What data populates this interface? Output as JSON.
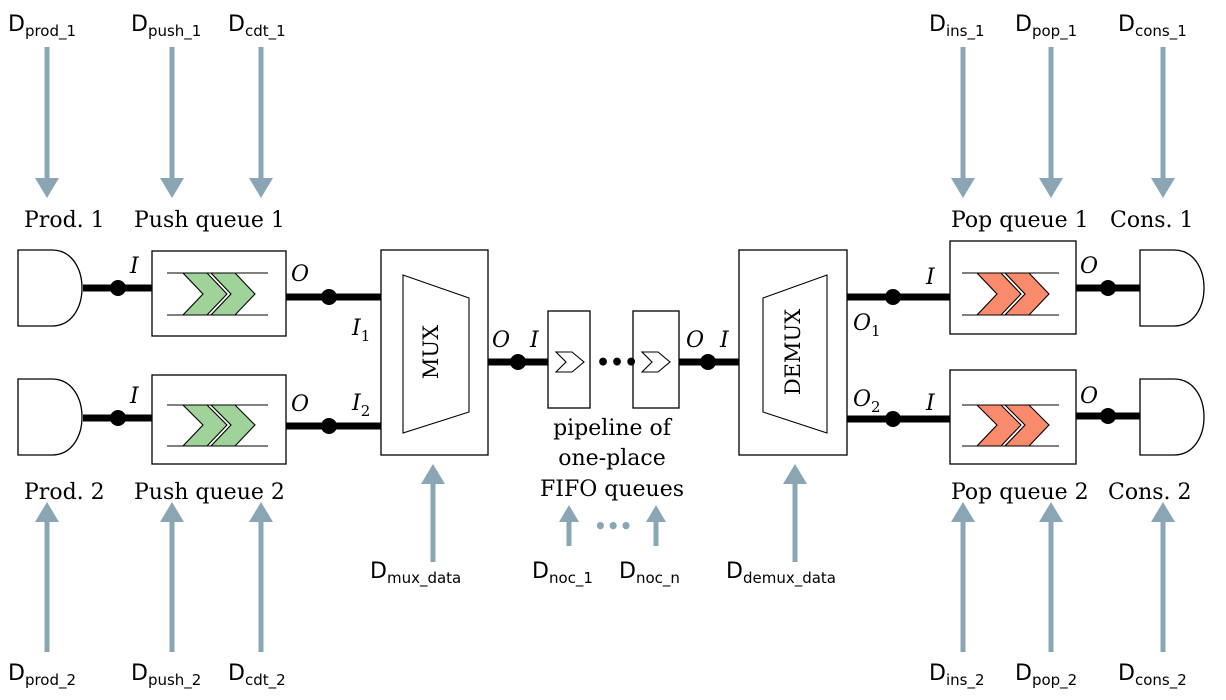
{
  "colors": {
    "arrow": "#8aa6b4",
    "push_chevron": "#9fd39a",
    "pop_chevron": "#f98a6c",
    "wire": "#000000"
  },
  "producers": [
    {
      "label": "Prod. 1",
      "top_delay": {
        "base": "D",
        "sub": "prod_1"
      }
    },
    {
      "label": "Prod. 2",
      "bottom_delay": {
        "base": "D",
        "sub": "prod_2"
      }
    }
  ],
  "push_queues": [
    {
      "label": "Push queue 1",
      "in_port": "I",
      "out_port": "O",
      "delays": [
        {
          "base": "D",
          "sub": "push_1"
        },
        {
          "base": "D",
          "sub": "cdt_1"
        }
      ]
    },
    {
      "label": "Push queue 2",
      "in_port": "I",
      "out_port": "O",
      "delays": [
        {
          "base": "D",
          "sub": "push_2"
        },
        {
          "base": "D",
          "sub": "cdt_2"
        }
      ]
    }
  ],
  "mux": {
    "label": "MUX",
    "in_ports": [
      {
        "base": "I",
        "sub": "1"
      },
      {
        "base": "I",
        "sub": "2"
      }
    ],
    "out_port": "O",
    "delay": {
      "base": "D",
      "sub": "mux_data"
    }
  },
  "pipeline": {
    "in_port": "I",
    "out_port": "O",
    "ellipsis": "•••",
    "caption": [
      "pipeline of",
      "one-place",
      "FIFO queues"
    ],
    "delays": [
      {
        "base": "D",
        "sub": "noc_1"
      },
      {
        "base": "D",
        "sub": "noc_n"
      }
    ],
    "delay_ellipsis": "•••"
  },
  "demux": {
    "label": "DEMUX",
    "in_port": "I",
    "out_ports": [
      {
        "base": "O",
        "sub": "1"
      },
      {
        "base": "O",
        "sub": "2"
      }
    ],
    "delay": {
      "base": "D",
      "sub": "demux_data"
    }
  },
  "pop_queues": [
    {
      "label": "Pop queue 1",
      "in_port": "I",
      "out_port": "O",
      "delays": [
        {
          "base": "D",
          "sub": "ins_1"
        },
        {
          "base": "D",
          "sub": "pop_1"
        }
      ]
    },
    {
      "label": "Pop queue 2",
      "in_port": "I",
      "out_port": "O",
      "delays": [
        {
          "base": "D",
          "sub": "ins_2"
        },
        {
          "base": "D",
          "sub": "pop_2"
        }
      ]
    }
  ],
  "consumers": [
    {
      "label": "Cons. 1",
      "top_delay": {
        "base": "D",
        "sub": "cons_1"
      }
    },
    {
      "label": "Cons. 2",
      "bottom_delay": {
        "base": "D",
        "sub": "cons_2"
      }
    }
  ]
}
